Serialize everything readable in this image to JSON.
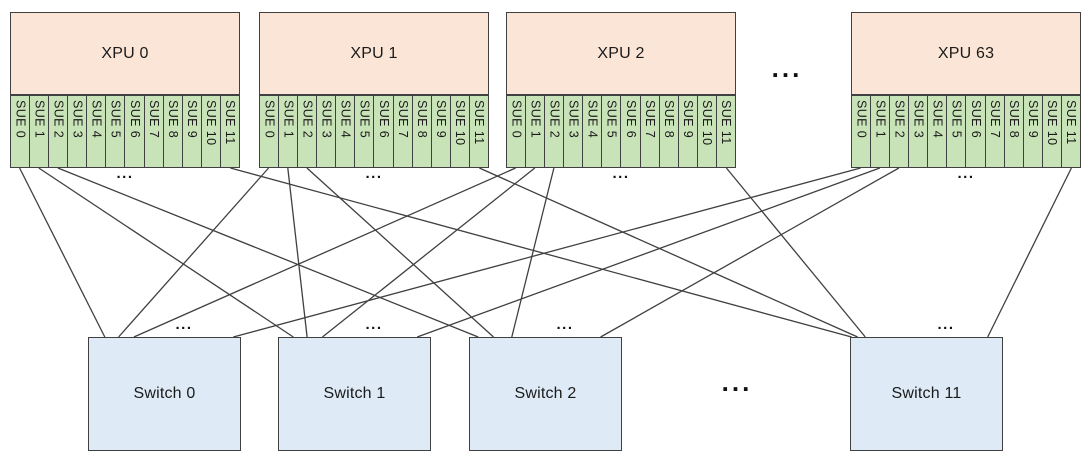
{
  "colors": {
    "xpu_fill": "#FBE5D6",
    "sue_fill": "#C9E3B8",
    "switch_fill": "#DEEBF7",
    "border": "#404040",
    "line": "#404040",
    "text": "#1a1a1a"
  },
  "ellipsis": {
    "small": "...",
    "large": "..."
  },
  "xpus": [
    {
      "label": "XPU 0",
      "sues": [
        "SUE 0",
        "SUE 1",
        "SUE 2",
        "SUE 3",
        "SUE 4",
        "SUE 5",
        "SUE 6",
        "SUE 7",
        "SUE 8",
        "SUE 9",
        "SUE 10",
        "SUE 11"
      ]
    },
    {
      "label": "XPU 1",
      "sues": [
        "SUE 0",
        "SUE 1",
        "SUE 2",
        "SUE 3",
        "SUE 4",
        "SUE 5",
        "SUE 6",
        "SUE 7",
        "SUE 8",
        "SUE 9",
        "SUE 10",
        "SUE 11"
      ]
    },
    {
      "label": "XPU 2",
      "sues": [
        "SUE 0",
        "SUE 1",
        "SUE 2",
        "SUE 3",
        "SUE 4",
        "SUE 5",
        "SUE 6",
        "SUE 7",
        "SUE 8",
        "SUE 9",
        "SUE 10",
        "SUE 11"
      ]
    },
    {
      "label": "XPU 63",
      "sues": [
        "SUE 0",
        "SUE 1",
        "SUE 2",
        "SUE 3",
        "SUE 4",
        "SUE 5",
        "SUE 6",
        "SUE 7",
        "SUE 8",
        "SUE 9",
        "SUE 10",
        "SUE 11"
      ]
    }
  ],
  "switches": [
    {
      "label": "Switch 0"
    },
    {
      "label": "Switch 1"
    },
    {
      "label": "Switch 2"
    },
    {
      "label": "Switch 11"
    }
  ],
  "connections": [
    {
      "xpu": 0,
      "sue": 0,
      "sw": 0
    },
    {
      "xpu": 0,
      "sue": 1,
      "sw": 1
    },
    {
      "xpu": 0,
      "sue": 2,
      "sw": 2
    },
    {
      "xpu": 0,
      "sue": 11,
      "sw": 3
    },
    {
      "xpu": 1,
      "sue": 0,
      "sw": 0
    },
    {
      "xpu": 1,
      "sue": 1,
      "sw": 1
    },
    {
      "xpu": 1,
      "sue": 2,
      "sw": 2
    },
    {
      "xpu": 1,
      "sue": 11,
      "sw": 3
    },
    {
      "xpu": 2,
      "sue": 0,
      "sw": 0
    },
    {
      "xpu": 2,
      "sue": 1,
      "sw": 1
    },
    {
      "xpu": 2,
      "sue": 2,
      "sw": 2
    },
    {
      "xpu": 2,
      "sue": 11,
      "sw": 3
    },
    {
      "xpu": 3,
      "sue": 0,
      "sw": 0
    },
    {
      "xpu": 3,
      "sue": 1,
      "sw": 1
    },
    {
      "xpu": 3,
      "sue": 2,
      "sw": 2
    },
    {
      "xpu": 3,
      "sue": 11,
      "sw": 3
    }
  ]
}
